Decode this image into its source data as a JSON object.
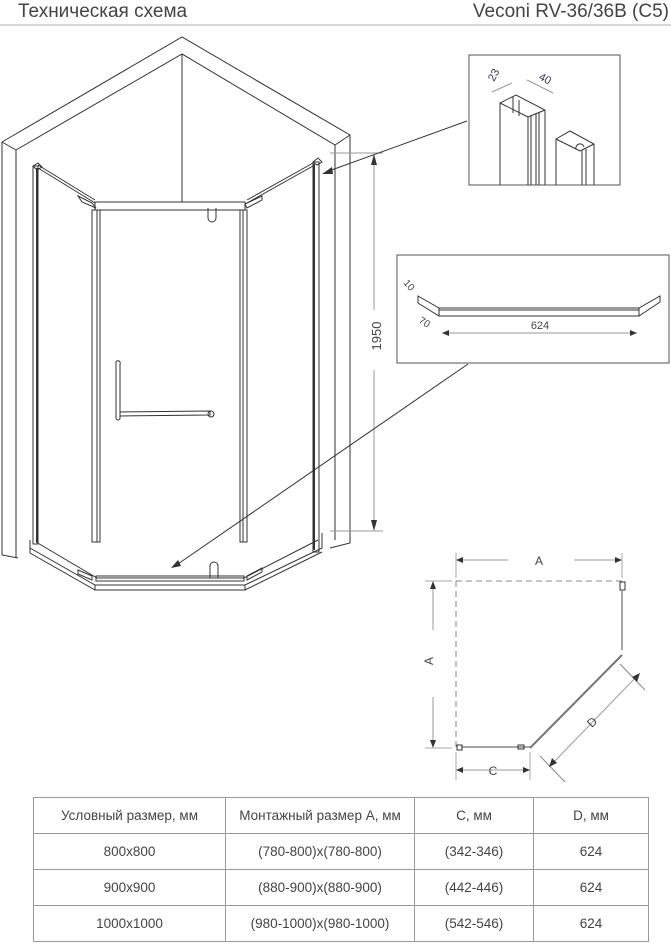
{
  "header": {
    "title": "Техническая схема",
    "model": "Veconi RV-36/36B (C5)"
  },
  "drawing": {
    "height_label": "1950",
    "profile_detail": {
      "dim_a": "23",
      "dim_b": "40"
    },
    "threshold_detail": {
      "dim_thickness": "10",
      "dim_side": "70",
      "dim_length": "624"
    },
    "plan_view": {
      "label_a_top": "A",
      "label_a_side": "A",
      "label_c": "C",
      "label_d": "D"
    }
  },
  "table": {
    "headers": [
      "Условный размер, мм",
      "Монтажный размер А, мм",
      "С, мм",
      "D, мм"
    ],
    "rows": [
      [
        "800x800",
        "(780-800)x(780-800)",
        "(342-346)",
        "624"
      ],
      [
        "900x900",
        "(880-900)x(880-900)",
        "(442-446)",
        "624"
      ],
      [
        "1000x1000",
        "(980-1000)x(980-1000)",
        "(542-546)",
        "624"
      ]
    ]
  }
}
